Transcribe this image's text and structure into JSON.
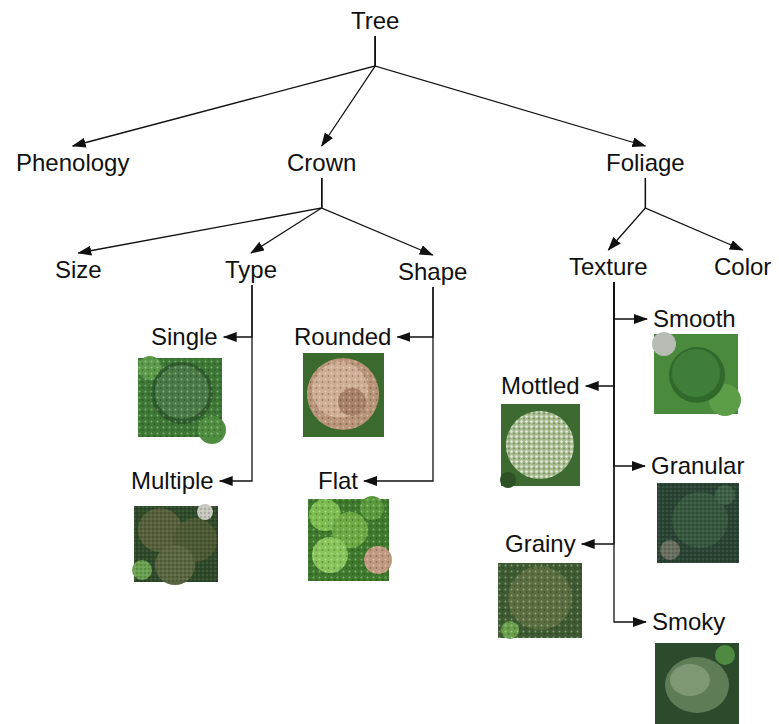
{
  "diagram": {
    "nodes": [
      {
        "text": [
          "Tree"
        ]
      },
      {
        "text": [
          "Phenology"
        ]
      },
      {
        "text": [
          "Crown"
        ]
      },
      {
        "text": [
          "Foliage"
        ]
      },
      {
        "text": [
          "Size"
        ]
      },
      {
        "text": [
          "Type"
        ]
      },
      {
        "text": [
          "Shape"
        ]
      },
      {
        "text": [
          "Texture"
        ]
      },
      {
        "text": [
          "Color"
        ]
      },
      {
        "text": [
          "Single"
        ]
      },
      {
        "text": [
          "Rounded"
        ]
      },
      {
        "text": [
          "Smooth"
        ]
      },
      {
        "text": [
          "Mottled"
        ]
      },
      {
        "text": [
          "Granular"
        ]
      },
      {
        "text": [
          "Multiple"
        ]
      },
      {
        "text": [
          "Flat"
        ]
      },
      {
        "text": [
          "Grainy"
        ]
      },
      {
        "text": [
          "Smoky"
        ]
      }
    ],
    "edges": [
      {
        "from": 0,
        "to": 1,
        "arrow": "to"
      },
      {
        "from": 0,
        "to": 2,
        "arrow": "to"
      },
      {
        "from": 0,
        "to": 3,
        "arrow": "to"
      },
      {
        "from": 2,
        "to": 4,
        "arrow": "to"
      },
      {
        "from": 2,
        "to": 5,
        "arrow": "to"
      },
      {
        "from": 2,
        "to": 6,
        "arrow": "to"
      },
      {
        "from": 3,
        "to": 7,
        "arrow": "to"
      },
      {
        "from": 3,
        "to": 8,
        "arrow": "to"
      },
      {
        "from": 5,
        "to": 9,
        "arrow": "to"
      },
      {
        "from": 5,
        "to": 14,
        "arrow": "to"
      },
      {
        "from": 6,
        "to": 10,
        "arrow": "to"
      },
      {
        "from": 6,
        "to": 15,
        "arrow": "to"
      },
      {
        "from": 7,
        "to": 11,
        "arrow": "to"
      },
      {
        "from": 7,
        "to": 12,
        "arrow": "to"
      },
      {
        "from": 7,
        "to": 13,
        "arrow": "to"
      },
      {
        "from": 7,
        "to": 16,
        "arrow": "to"
      },
      {
        "from": 7,
        "to": 17,
        "arrow": "to"
      }
    ]
  }
}
